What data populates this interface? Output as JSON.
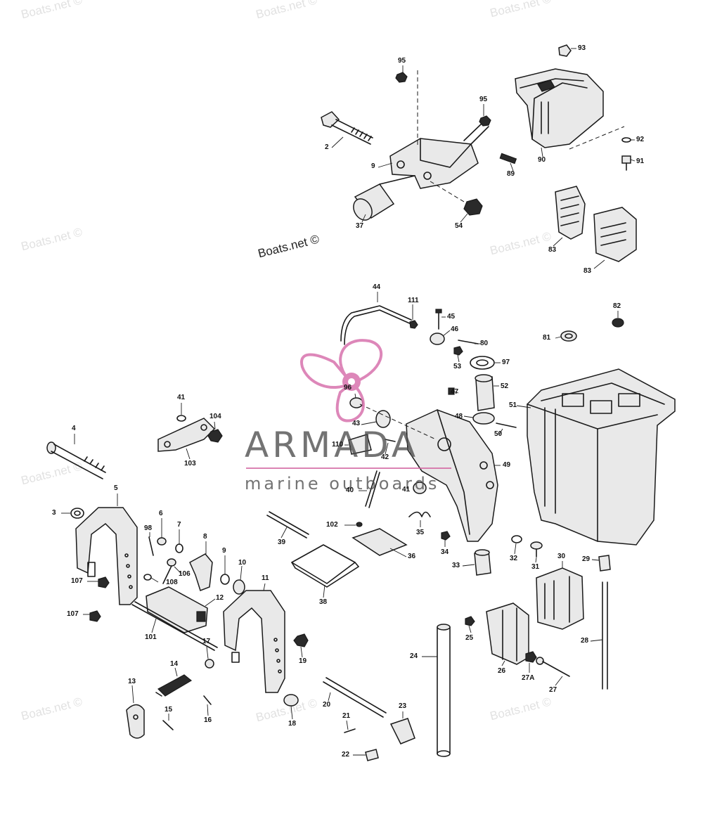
{
  "watermark": {
    "site": "Boats.net ©",
    "brand_name": "ARMADA",
    "brand_tagline": "marine outboards",
    "brand_color": "#d873ad"
  },
  "callouts": {
    "c2": "2",
    "c3": "3",
    "c4": "4",
    "c5": "5",
    "c6": "6",
    "c7": "7",
    "c8": "8",
    "c9a": "9",
    "c9b": "9",
    "c10": "10",
    "c11": "11",
    "c12": "12",
    "c13": "13",
    "c14": "14",
    "c15": "15",
    "c16": "16",
    "c17": "17",
    "c18": "18",
    "c19": "19",
    "c20": "20",
    "c21": "21",
    "c22": "22",
    "c23": "23",
    "c24": "24",
    "c25": "25",
    "c26": "26",
    "c27": "27",
    "c27a": "27A",
    "c28": "28",
    "c29": "29",
    "c30": "30",
    "c31": "31",
    "c32": "32",
    "c33": "33",
    "c34": "34",
    "c35": "35",
    "c36": "36",
    "c37": "37",
    "c38": "38",
    "c39": "39",
    "c40": "40",
    "c41a": "41",
    "c41b": "41",
    "c42": "42",
    "c43": "43",
    "c44": "44",
    "c45": "45",
    "c46": "46",
    "c47": "47",
    "c48": "48",
    "c49": "49",
    "c50": "50",
    "c51": "51",
    "c52": "52",
    "c53": "53",
    "c54": "54",
    "c80": "80",
    "c81": "81",
    "c82": "82",
    "c83a": "83",
    "c83b": "83",
    "c89": "89",
    "c90": "90",
    "c91": "91",
    "c92": "92",
    "c93": "93",
    "c95a": "95",
    "c95b": "95",
    "c96": "96",
    "c97": "97",
    "c98": "98",
    "c101": "101",
    "c102": "102",
    "c103": "103",
    "c104": "104",
    "c106": "106",
    "c107a": "107",
    "c107b": "107",
    "c108": "108",
    "c110": "110",
    "c111": "111"
  }
}
